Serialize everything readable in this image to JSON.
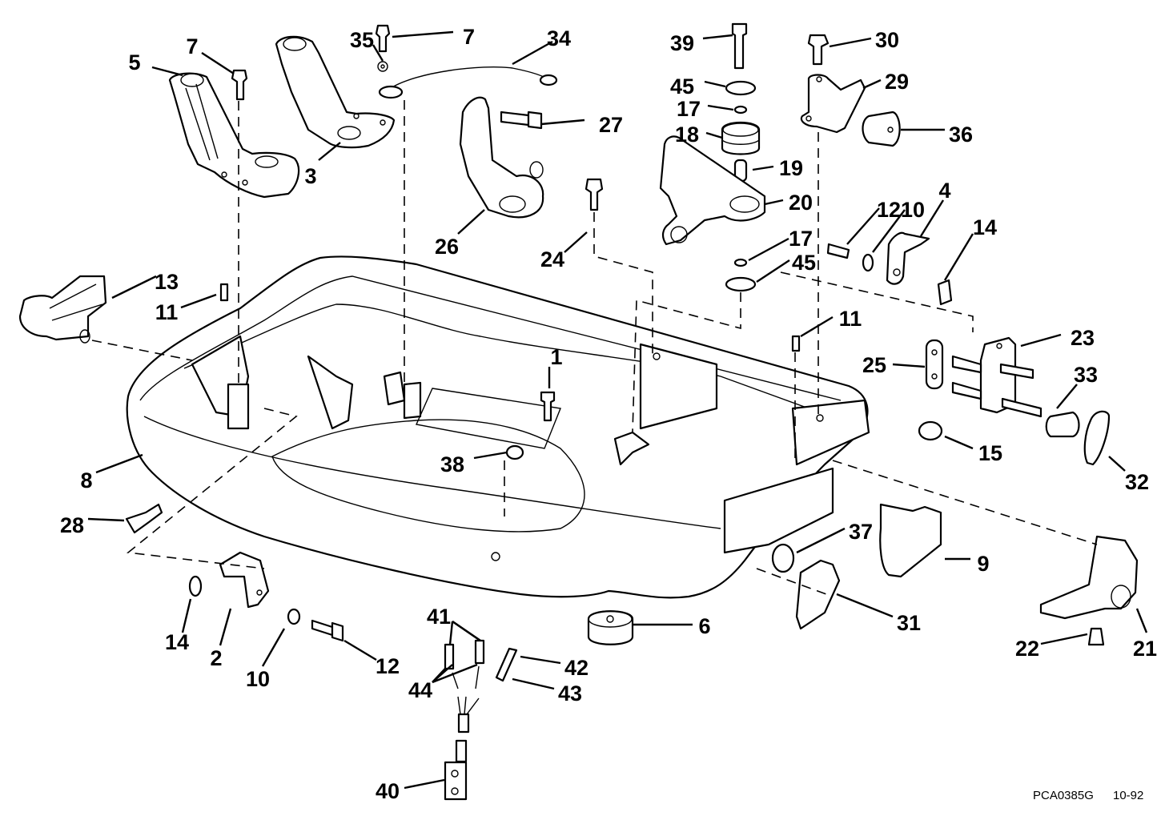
{
  "figure": {
    "type": "exploded parts diagram",
    "subject": "outboard motor lower engine cover assembly",
    "reference_code": "PCA0385G",
    "revision_date": "10-92"
  },
  "callouts": [
    {
      "id": "1",
      "label": "1"
    },
    {
      "id": "2",
      "label": "2"
    },
    {
      "id": "3",
      "label": "3"
    },
    {
      "id": "4",
      "label": "4"
    },
    {
      "id": "5",
      "label": "5"
    },
    {
      "id": "6",
      "label": "6"
    },
    {
      "id": "7a",
      "label": "7"
    },
    {
      "id": "7b",
      "label": "7"
    },
    {
      "id": "8",
      "label": "8"
    },
    {
      "id": "9",
      "label": "9"
    },
    {
      "id": "10a",
      "label": "10"
    },
    {
      "id": "10b",
      "label": "10"
    },
    {
      "id": "11a",
      "label": "11"
    },
    {
      "id": "11b",
      "label": "11"
    },
    {
      "id": "12a",
      "label": "12"
    },
    {
      "id": "12b",
      "label": "12"
    },
    {
      "id": "13",
      "label": "13"
    },
    {
      "id": "14a",
      "label": "14"
    },
    {
      "id": "14b",
      "label": "14"
    },
    {
      "id": "15",
      "label": "15"
    },
    {
      "id": "17a",
      "label": "17"
    },
    {
      "id": "17b",
      "label": "17"
    },
    {
      "id": "18",
      "label": "18"
    },
    {
      "id": "19",
      "label": "19"
    },
    {
      "id": "20",
      "label": "20"
    },
    {
      "id": "21",
      "label": "21"
    },
    {
      "id": "22",
      "label": "22"
    },
    {
      "id": "23",
      "label": "23"
    },
    {
      "id": "24",
      "label": "24"
    },
    {
      "id": "25",
      "label": "25"
    },
    {
      "id": "26",
      "label": "26"
    },
    {
      "id": "27",
      "label": "27"
    },
    {
      "id": "28",
      "label": "28"
    },
    {
      "id": "29",
      "label": "29"
    },
    {
      "id": "30",
      "label": "30"
    },
    {
      "id": "31",
      "label": "31"
    },
    {
      "id": "32",
      "label": "32"
    },
    {
      "id": "33",
      "label": "33"
    },
    {
      "id": "34",
      "label": "34"
    },
    {
      "id": "35",
      "label": "35"
    },
    {
      "id": "36",
      "label": "36"
    },
    {
      "id": "37",
      "label": "37"
    },
    {
      "id": "38",
      "label": "38"
    },
    {
      "id": "39",
      "label": "39"
    },
    {
      "id": "40",
      "label": "40"
    },
    {
      "id": "41",
      "label": "41"
    },
    {
      "id": "42",
      "label": "42"
    },
    {
      "id": "43",
      "label": "43"
    },
    {
      "id": "44",
      "label": "44"
    },
    {
      "id": "45a",
      "label": "45"
    },
    {
      "id": "45b",
      "label": "45"
    }
  ]
}
